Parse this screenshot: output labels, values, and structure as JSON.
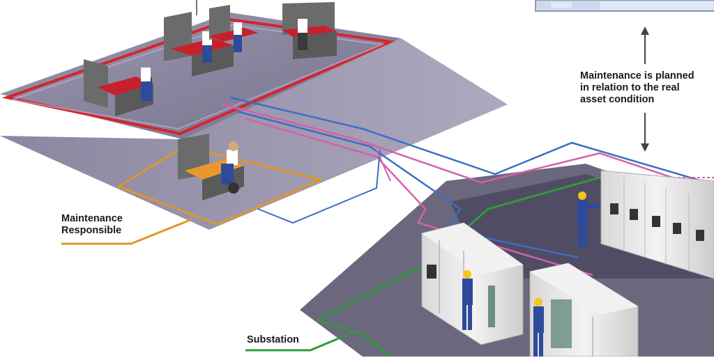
{
  "labels": {
    "maintenance_planned": [
      "Maintenance is planned",
      "in relation to the real",
      "asset condition"
    ],
    "maintenance_responsible": [
      "Maintenance",
      "Responsible"
    ],
    "substation": "Substation"
  },
  "colors": {
    "control_room_outline": "#d6242a",
    "maintenance_outline": "#e0962a",
    "substation_outline": "#2f9a3c",
    "network_blue": "#3a6fc4",
    "network_pink": "#d560a8",
    "floor": "#7a7593",
    "cabinet": "#eceaea",
    "desk_red": "#c8202a",
    "desk_orange": "#e79a2b",
    "worker_blue": "#2e4a9a",
    "helmet": "#f5c518"
  }
}
